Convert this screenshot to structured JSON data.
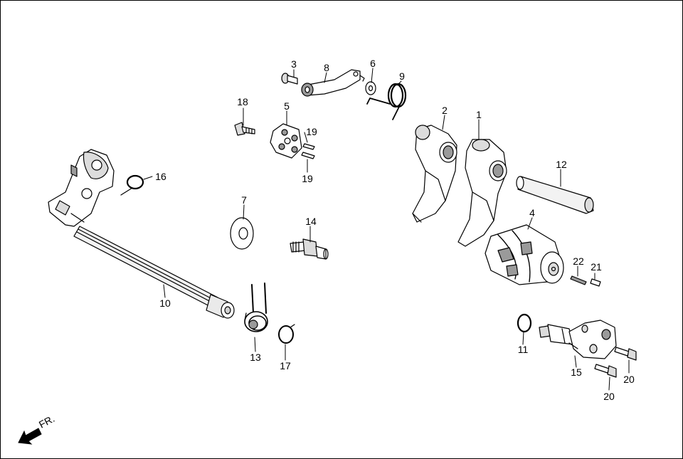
{
  "direction": {
    "label": "FR."
  },
  "colors": {
    "stroke": "#000000",
    "fill_light": "#ffffff",
    "fill_mid": "#dcdcdc",
    "fill_dark": "#9a9a9a"
  },
  "parts": [
    {
      "id": "p1",
      "number": "1"
    },
    {
      "id": "p2",
      "number": "2"
    },
    {
      "id": "p3",
      "number": "3"
    },
    {
      "id": "p4",
      "number": "4"
    },
    {
      "id": "p5",
      "number": "5"
    },
    {
      "id": "p6",
      "number": "6"
    },
    {
      "id": "p7",
      "number": "7"
    },
    {
      "id": "p8",
      "number": "8"
    },
    {
      "id": "p9",
      "number": "9"
    },
    {
      "id": "p10",
      "number": "10"
    },
    {
      "id": "p11",
      "number": "11"
    },
    {
      "id": "p12",
      "number": "12"
    },
    {
      "id": "p13",
      "number": "13"
    },
    {
      "id": "p14",
      "number": "14"
    },
    {
      "id": "p15",
      "number": "15"
    },
    {
      "id": "p16",
      "number": "16"
    },
    {
      "id": "p17",
      "number": "17"
    },
    {
      "id": "p18",
      "number": "18"
    },
    {
      "id": "p19a",
      "number": "19"
    },
    {
      "id": "p19b",
      "number": "19"
    },
    {
      "id": "p20a",
      "number": "20"
    },
    {
      "id": "p20b",
      "number": "20"
    },
    {
      "id": "p21",
      "number": "21"
    },
    {
      "id": "p22",
      "number": "22"
    }
  ]
}
